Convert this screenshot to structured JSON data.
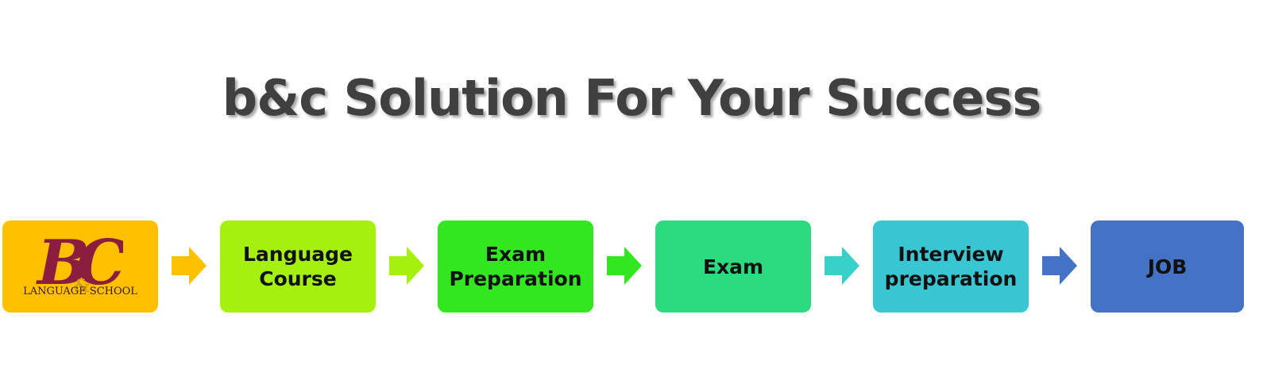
{
  "title": "b&c Solution For Your Success",
  "logo": {
    "letters": "BC",
    "ampersand": "&",
    "text": "LANGUAGE SCHOOL",
    "color": "#8b1e3f"
  },
  "steps": [
    {
      "label": "",
      "color": "#ffc000"
    },
    {
      "label": "Language\nCourse",
      "color": "#a5f00f"
    },
    {
      "label": "Exam\nPreparation",
      "color": "#32e620"
    },
    {
      "label": "Exam",
      "color": "#2cdb80"
    },
    {
      "label": "Interview\npreparation",
      "color": "#38c6d2"
    },
    {
      "label": "JOB",
      "color": "#4472c4"
    }
  ],
  "arrow_colors": [
    "#ffc000",
    "#a5f00f",
    "#32e620",
    "#38d0c8",
    "#4472c4"
  ]
}
